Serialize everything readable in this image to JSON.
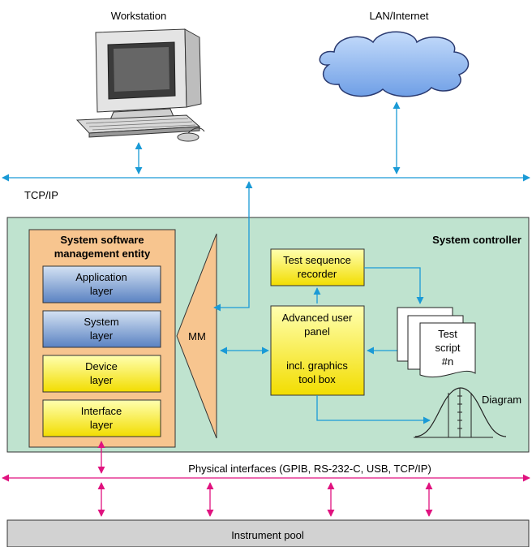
{
  "nodes": {
    "workstation": "Workstation",
    "lan": "LAN/Internet",
    "tcpip": "TCP/IP",
    "system_controller": "System controller",
    "sme_title_line1": "System software",
    "sme_title_line2": "management entity",
    "application_layer": [
      "Application",
      "layer"
    ],
    "system_layer": [
      "System",
      "layer"
    ],
    "device_layer": [
      "Device",
      "layer"
    ],
    "interface_layer": [
      "Interface",
      "layer"
    ],
    "mm": "MM",
    "test_sequence_recorder": [
      "Test sequence",
      "recorder"
    ],
    "advanced_user_panel": [
      "Advanced user",
      "panel",
      "",
      "incl. graphics",
      "tool box"
    ],
    "test_script": [
      "Test",
      "script",
      "#n"
    ],
    "diagram": "Diagram",
    "physical_interfaces": "Physical interfaces (GPIB, RS-232-C, USB, TCP/IP)",
    "instrument_pool": "Instrument pool"
  },
  "colors": {
    "cyan_line": "#1a9ad6",
    "magenta_line": "#e0127f",
    "controller_fill": "#bfe3cf",
    "orange_fill": "#f7c58f",
    "blue_layer_top": "#c8d9ef",
    "blue_layer_bottom": "#5f86c4",
    "yellow_top": "#ffff9e",
    "yellow_bottom": "#f3e000",
    "pool_fill": "#d2d2d2",
    "cloud_fill": "#8fb7f0"
  }
}
